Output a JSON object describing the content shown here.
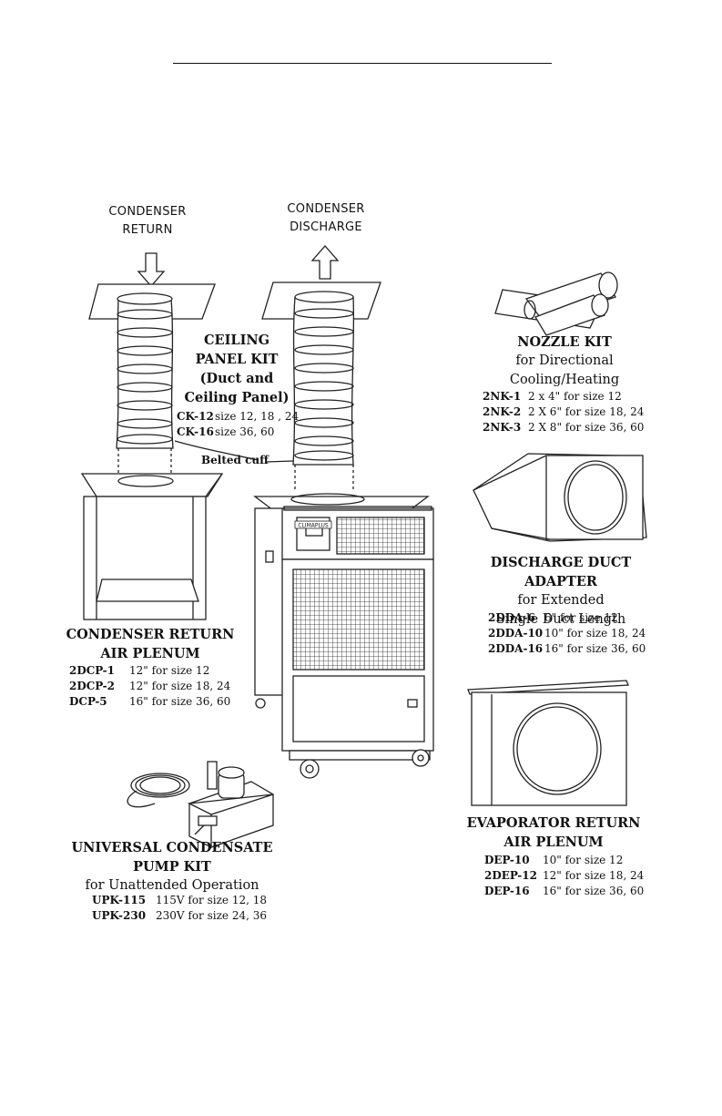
{
  "labels": {
    "condenser_return": [
      "CONDENSER",
      "RETURN"
    ],
    "condenser_discharge": [
      "CONDENSER",
      "DISCHARGE"
    ],
    "belted_cuff": "Belted cuff"
  },
  "ceiling_panel_kit": {
    "title": [
      "CEILING",
      "PANEL KIT",
      "(Duct and",
      "Ceiling Panel)"
    ],
    "parts": [
      {
        "code": "CK-12",
        "desc": "size 12, 18 , 24"
      },
      {
        "code": "CK-16",
        "desc": "size 36, 60"
      }
    ]
  },
  "nozzle_kit": {
    "title": "NOZZLE KIT",
    "subtitle": [
      "for Directional",
      "Cooling/Heating"
    ],
    "parts": [
      {
        "code": "2NK-1",
        "desc": "2 x 4\"  for size 12"
      },
      {
        "code": "2NK-2",
        "desc": "2 X 6\" for size 18, 24"
      },
      {
        "code": "2NK-3",
        "desc": "2 X 8\" for size 36, 60"
      }
    ]
  },
  "condenser_return_plenum": {
    "title": [
      "CONDENSER RETURN",
      "AIR PLENUM"
    ],
    "parts": [
      {
        "code": "2DCP-1",
        "desc": "12\" for size 12"
      },
      {
        "code": "2DCP-2",
        "desc": "12\" for size 18, 24"
      },
      {
        "code": "DCP-5",
        "desc": "16\" for size 36, 60"
      }
    ]
  },
  "discharge_duct_adapter": {
    "title": "DISCHARGE DUCT ADAPTER",
    "subtitle": [
      "for Extended",
      "Single Duct Length"
    ],
    "parts": [
      {
        "code": "2DDA-6",
        "desc": "6\"  for size 12"
      },
      {
        "code": "2DDA-10",
        "desc": "10\" for size 18, 24"
      },
      {
        "code": "2DDA-16",
        "desc": "16\" for size 36, 60"
      }
    ]
  },
  "evaporator_return_plenum": {
    "title": [
      "EVAPORATOR RETURN",
      "AIR PLENUM"
    ],
    "parts": [
      {
        "code": "DEP-10",
        "desc": "10\" for size 12"
      },
      {
        "code": "2DEP-12",
        "desc": "12\" for size 18, 24"
      },
      {
        "code": "DEP-16",
        "desc": "16\" for size 36, 60"
      }
    ]
  },
  "condensate_pump_kit": {
    "title": [
      "UNIVERSAL CONDENSATE",
      "PUMP KIT"
    ],
    "subtitle": "for Unattended Operation",
    "parts": [
      {
        "code": "UPK-115",
        "desc": "115V for size 12, 18"
      },
      {
        "code": "UPK-230",
        "desc": "230V for size 24, 36"
      }
    ]
  },
  "unit_logo": "CLIMAPLUS"
}
